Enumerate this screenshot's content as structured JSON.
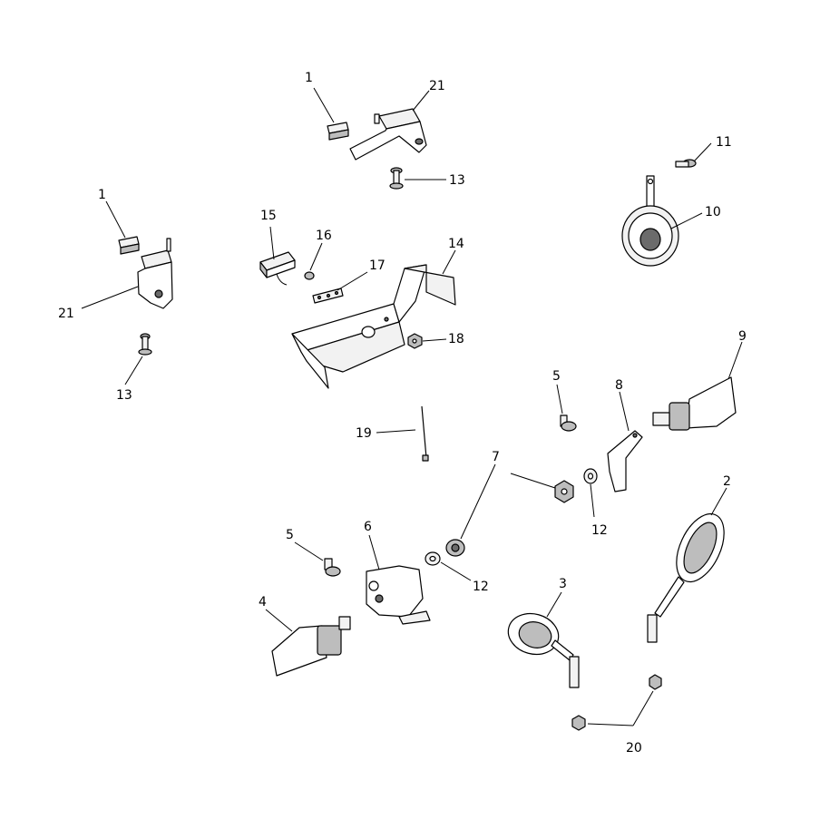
{
  "callouts": [
    {
      "id": "c1",
      "text": "1"
    },
    {
      "id": "c21a",
      "text": "21"
    },
    {
      "id": "c13a",
      "text": "13"
    },
    {
      "id": "c11",
      "text": "11"
    },
    {
      "id": "c10",
      "text": "10"
    },
    {
      "id": "c1b",
      "text": "1"
    },
    {
      "id": "c21b",
      "text": "21"
    },
    {
      "id": "c13b",
      "text": "13"
    },
    {
      "id": "c15",
      "text": "15"
    },
    {
      "id": "c16",
      "text": "16"
    },
    {
      "id": "c17",
      "text": "17"
    },
    {
      "id": "c14",
      "text": "14"
    },
    {
      "id": "c18",
      "text": "18"
    },
    {
      "id": "c9",
      "text": "9"
    },
    {
      "id": "c5a",
      "text": "5"
    },
    {
      "id": "c8",
      "text": "8"
    },
    {
      "id": "c19",
      "text": "19"
    },
    {
      "id": "c7",
      "text": "7"
    },
    {
      "id": "c12a",
      "text": "12"
    },
    {
      "id": "c2",
      "text": "2"
    },
    {
      "id": "c5b",
      "text": "5"
    },
    {
      "id": "c6",
      "text": "6"
    },
    {
      "id": "c12b",
      "text": "12"
    },
    {
      "id": "c3",
      "text": "3"
    },
    {
      "id": "c4",
      "text": "4"
    },
    {
      "id": "c20",
      "text": "20"
    }
  ]
}
